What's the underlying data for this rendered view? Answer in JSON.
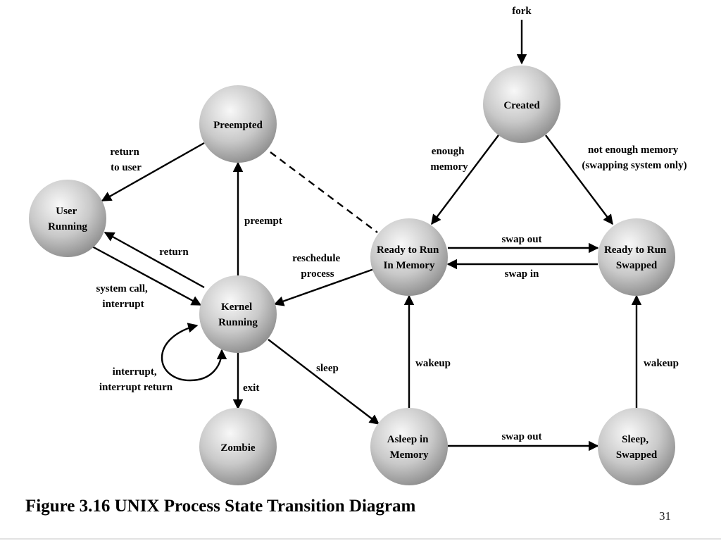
{
  "states": {
    "created": [
      "Created"
    ],
    "preempted": [
      "Preempted"
    ],
    "user_running": [
      "User",
      "Running"
    ],
    "ready_memory": [
      "Ready to Run",
      "In Memory"
    ],
    "ready_swapped": [
      "Ready to Run",
      "Swapped"
    ],
    "kernel_running": [
      "Kernel",
      "Running"
    ],
    "zombie": [
      "Zombie"
    ],
    "asleep_memory": [
      "Asleep in",
      "Memory"
    ],
    "sleep_swapped": [
      "Sleep,",
      "Swapped"
    ]
  },
  "transitions": {
    "fork": [
      "fork"
    ],
    "enough_memory": [
      "enough",
      "memory"
    ],
    "not_enough_memory": [
      "not enough memory",
      "(swapping system only)"
    ],
    "return_to_user": [
      "return",
      "to user"
    ],
    "preempt": [
      "preempt"
    ],
    "swap_out_ready": [
      "swap out"
    ],
    "swap_in": [
      "swap in"
    ],
    "return": [
      "return"
    ],
    "reschedule": [
      "reschedule",
      "process"
    ],
    "system_call": [
      "system call,",
      "interrupt"
    ],
    "interrupt_return": [
      "interrupt,",
      "interrupt return"
    ],
    "sleep": [
      "sleep"
    ],
    "exit": [
      "exit"
    ],
    "wakeup_memory": [
      "wakeup"
    ],
    "wakeup_swapped": [
      "wakeup"
    ],
    "swap_out_sleep": [
      "swap out"
    ]
  },
  "caption": "Figure 3.16 UNIX Process State Transition Diagram",
  "page_number": "31",
  "colors": {
    "node_light": "#f7f7f7",
    "node_dark": "#8a8a8a",
    "line": "#000000"
  }
}
